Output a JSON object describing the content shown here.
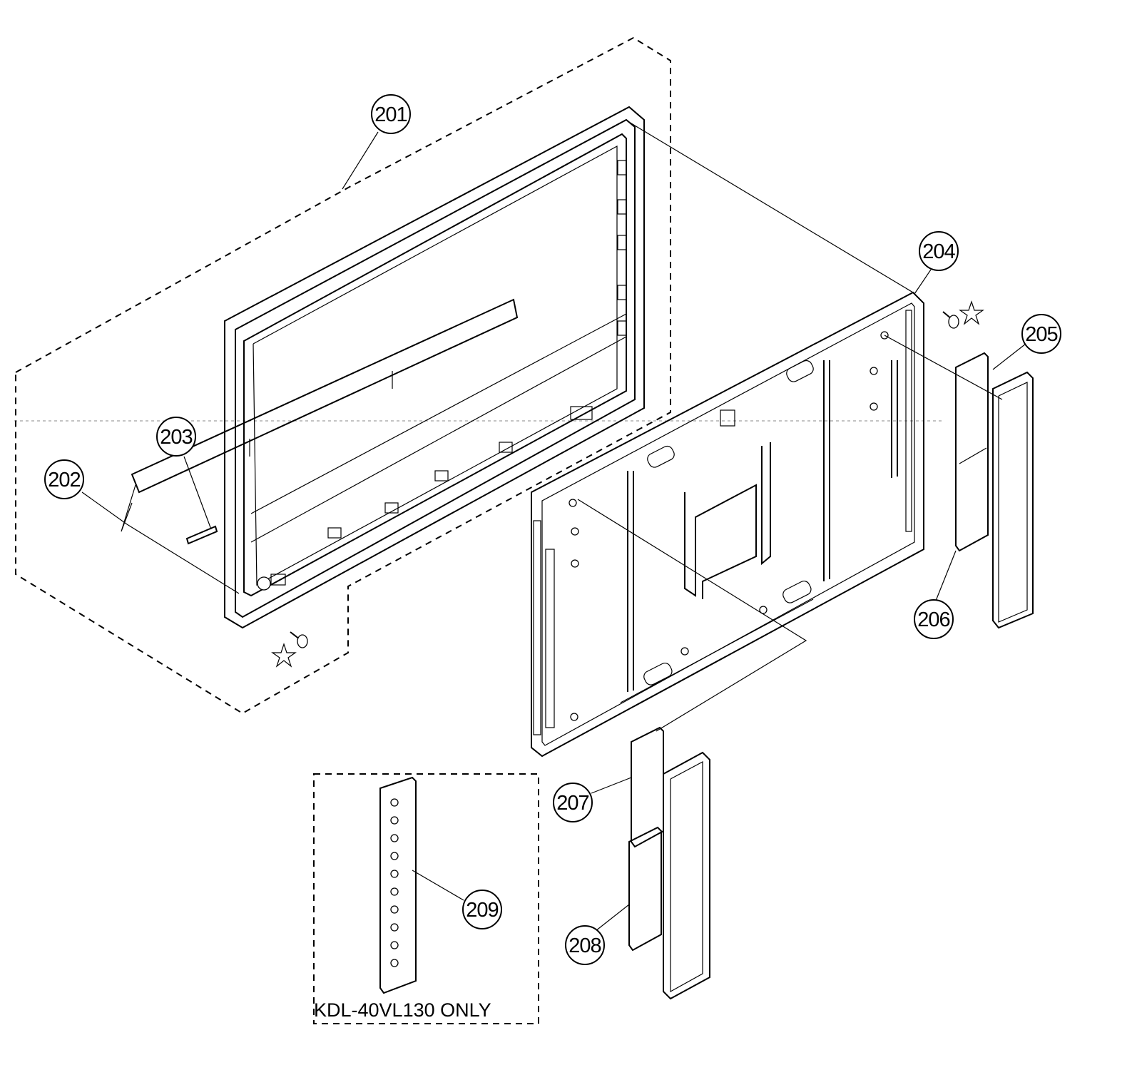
{
  "callouts": {
    "c201": "201",
    "c202": "202",
    "c203": "203",
    "c204": "204",
    "c205": "205",
    "c206": "206",
    "c207": "207",
    "c208": "208",
    "c209": "209"
  },
  "note": "KDL-40VL130 ONLY"
}
